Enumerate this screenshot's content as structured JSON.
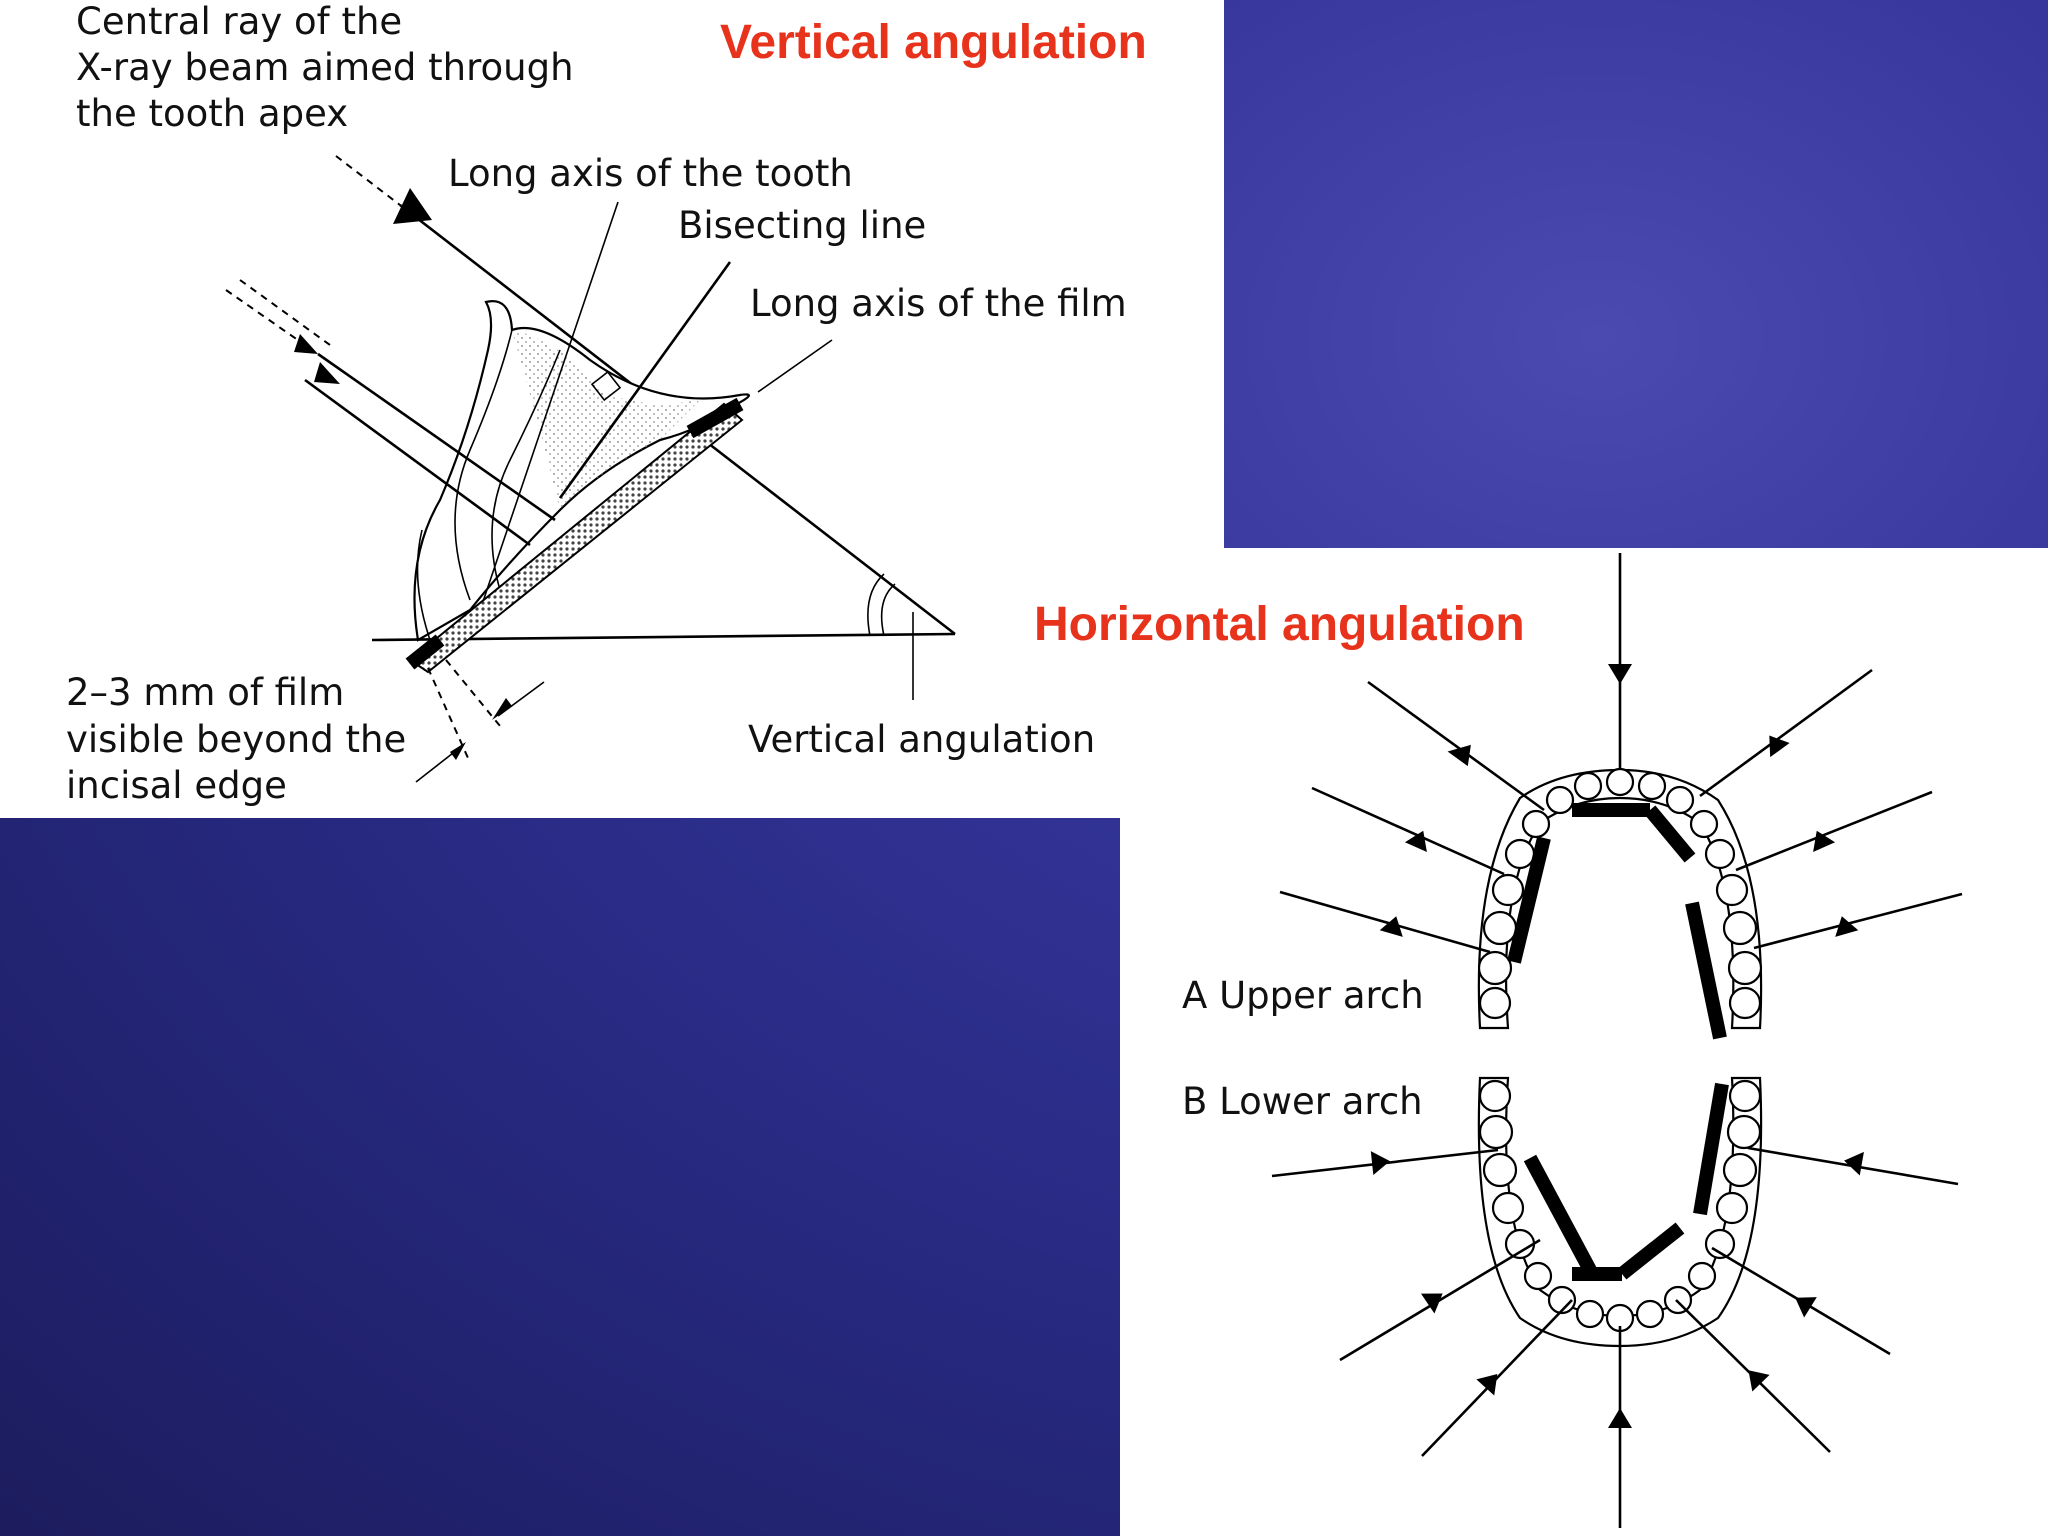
{
  "vertical_panel": {
    "title": "Vertical angulation",
    "labels": {
      "central_ray_1": "Central ray of the",
      "central_ray_2": "X-ray beam aimed through",
      "central_ray_3": "the tooth apex",
      "long_axis_tooth": "Long axis of the tooth",
      "bisecting_line": "Bisecting line",
      "long_axis_film": "Long axis of the film",
      "film_visible_1": "2–3 mm of film",
      "film_visible_2": "visible beyond the",
      "film_visible_3": "incisal edge",
      "vertical_angulation": "Vertical angulation"
    }
  },
  "horizontal_panel": {
    "title": "Horizontal angulation",
    "labels": {
      "upper_arch": "A  Upper arch",
      "lower_arch": "B  Lower arch"
    }
  },
  "colors": {
    "title_color": "#e8331c",
    "background": "#2a2a86",
    "panel": "#ffffff"
  }
}
